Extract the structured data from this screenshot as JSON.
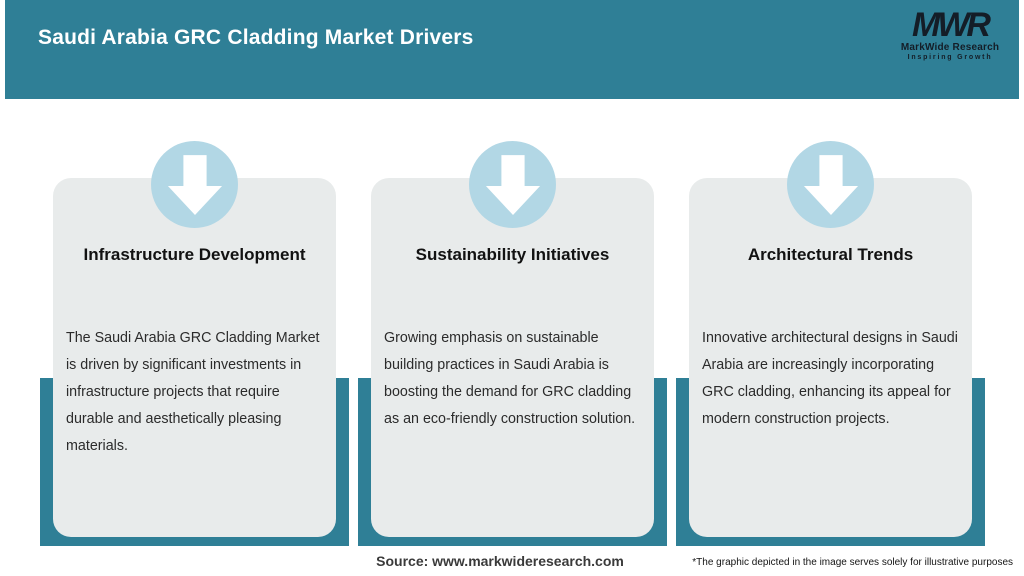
{
  "colors": {
    "teal": "#2f7f96",
    "card-bg": "#e8ebeb",
    "circle-blue": "#b2d7e5",
    "logo-dark": "#141d27",
    "white": "#ffffff"
  },
  "header": {
    "title": "Saudi Arabia GRC Cladding Market Drivers",
    "logo": {
      "mark": "MWR",
      "name": "MarkWide Research",
      "tagline": "Inspiring Growth"
    }
  },
  "cards": [
    {
      "title": "Infrastructure Development",
      "body": "The Saudi Arabia GRC Cladding Market\nis driven by significant investments in\ninfrastructure projects that require\ndurable and aesthetically pleasing\nmaterials."
    },
    {
      "title": "Sustainability Initiatives",
      "body": "Growing emphasis on sustainable\nbuilding practices in Saudi Arabia is\nboosting the demand for GRC cladding\nas an eco-friendly construction solution."
    },
    {
      "title": "Architectural Trends",
      "body": "Innovative architectural designs in Saudi\nArabia are increasingly incorporating\nGRC cladding, enhancing its appeal for\nmodern construction projects."
    }
  ],
  "footer": {
    "source": "Source: www.markwideresearch.com",
    "disclaimer": "*The graphic depicted in the image serves solely for illustrative purposes"
  }
}
